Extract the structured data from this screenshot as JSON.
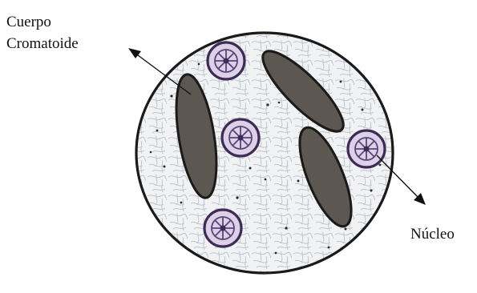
{
  "labels": {
    "cuerpo_line1": "Cuerpo",
    "cuerpo_line2": "Cromatoide",
    "nucleo": "Núcleo"
  },
  "colors": {
    "background": "#ffffff",
    "cell_fill": "#f1f2f3",
    "cell_outline": "#1a1a1a",
    "cytoplasm_net": "#a8b0ba",
    "chromatoid_fill": "#5d5752",
    "chromatoid_outline": "#1c1a18",
    "nucleus_fill": "#ddd1e8",
    "nucleus_ring": "#3e2c57",
    "nucleus_spokes": "#5a4478",
    "text": "#111111"
  },
  "structures": {
    "chromatoid_bodies": 3,
    "nuclei": 4
  }
}
